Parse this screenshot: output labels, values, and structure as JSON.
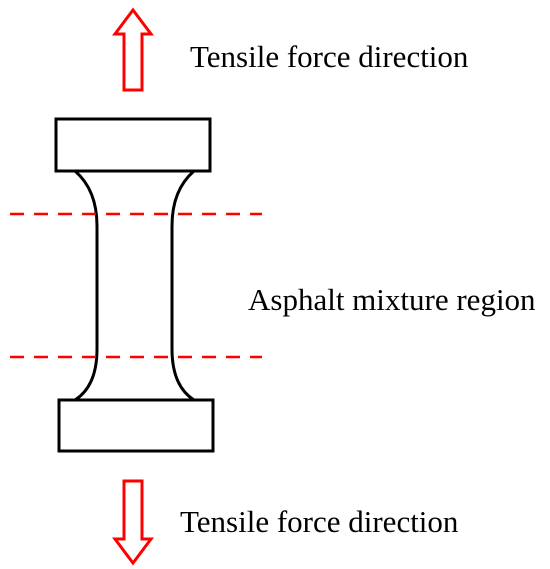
{
  "labels": {
    "top_force": "Tensile force direction",
    "region": "Asphalt mixture region",
    "bottom_force": "Tensile force direction"
  },
  "colors": {
    "arrow": "#ff0000",
    "dashed_line": "#ff0000",
    "specimen_outline": "#000000"
  }
}
